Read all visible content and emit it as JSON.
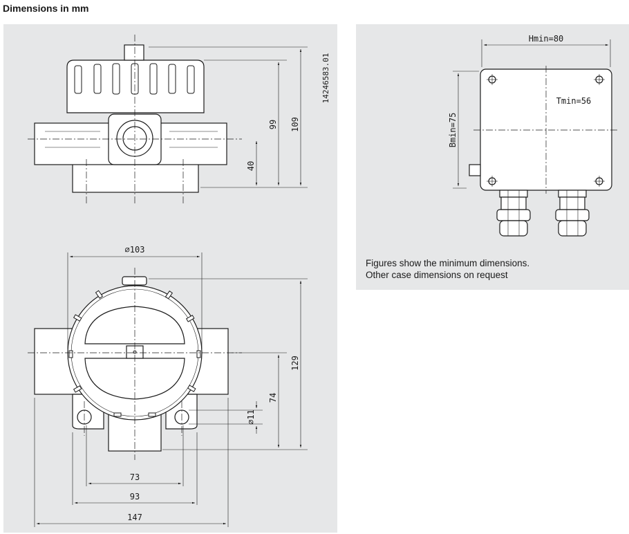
{
  "heading": "Dimensions in mm",
  "left_panel": {
    "drawing_number": "14246583.01",
    "top_view": {
      "dim_height_total": "109",
      "dim_height_cap": "99",
      "dim_axis_height": "40"
    },
    "front_view": {
      "dim_diameter": "⌀103",
      "dim_height": "129",
      "dim_axis_height": "74",
      "dim_hole": "⌀11",
      "dim_hole_spacing": "73",
      "dim_base_width": "93",
      "dim_total_width": "147"
    }
  },
  "right_panel": {
    "dim_h": "Hmin=80",
    "dim_t": "Tmin=56",
    "dim_b": "Bmin=75",
    "note_line1": "Figures show the minimum dimensions.",
    "note_line2": "Other case dimensions on request"
  },
  "colors": {
    "panel_bg": "#e6e7e8",
    "line": "#1a1a1a"
  }
}
